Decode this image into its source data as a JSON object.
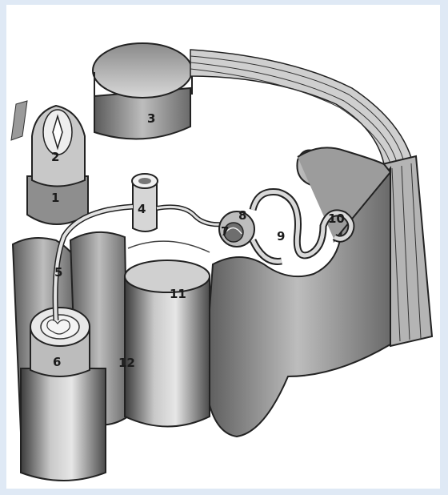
{
  "diagram": {
    "labels": [
      {
        "id": "1",
        "text": "1"
      },
      {
        "id": "2",
        "text": "2"
      },
      {
        "id": "3",
        "text": "3"
      },
      {
        "id": "4",
        "text": "4"
      },
      {
        "id": "5",
        "text": "5"
      },
      {
        "id": "6",
        "text": "6"
      },
      {
        "id": "7",
        "text": "7"
      },
      {
        "id": "8",
        "text": "8"
      },
      {
        "id": "9",
        "text": "9"
      },
      {
        "id": "10",
        "text": "10"
      },
      {
        "id": "11",
        "text": "11"
      },
      {
        "id": "12",
        "text": "12"
      }
    ]
  },
  "colors": {
    "background": "#dfe9f5",
    "panel": "#ffffff",
    "ink": "#1b1b1b"
  }
}
